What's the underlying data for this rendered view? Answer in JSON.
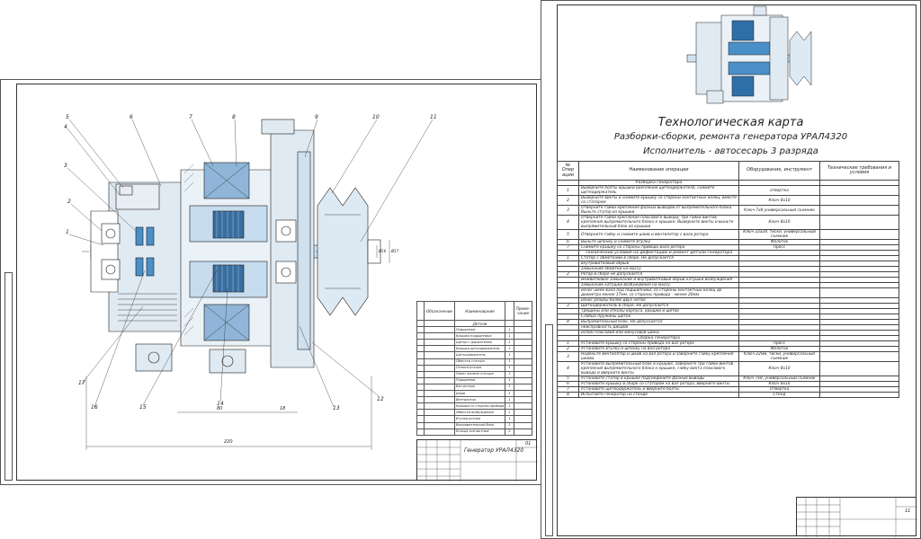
{
  "drawing_sheet": {
    "callouts": [
      "1",
      "2",
      "3",
      "4",
      "5",
      "6",
      "7",
      "8",
      "9",
      "10",
      "11",
      "12",
      "13",
      "14",
      "15",
      "16",
      "17"
    ],
    "dimensions": {
      "overall_length": "220",
      "dim_80": "80",
      "dim_18": "18",
      "dia_1": "Ø16",
      "dia_2": "Ø17"
    },
    "spec_table": {
      "headers": [
        "Обозначение",
        "Наименование",
        "Приме-чание"
      ],
      "section": "Детали",
      "items": [
        {
          "name": "Подшипник",
          "qty": "1"
        },
        {
          "name": "Крышка подшипника",
          "qty": "1"
        },
        {
          "name": "Щетки с держателем",
          "qty": "1"
        },
        {
          "name": "Крышка щеткодержателя",
          "qty": "1"
        },
        {
          "name": "Щеткодержатель",
          "qty": "1"
        },
        {
          "name": "Обмотка статора",
          "qty": "1"
        },
        {
          "name": "Полюса ротора",
          "qty": "1"
        },
        {
          "name": "Пакет железа статора",
          "qty": "1"
        },
        {
          "name": "Подшипник",
          "qty": "1"
        },
        {
          "name": "Вал ротора",
          "qty": "1"
        },
        {
          "name": "Шкив",
          "qty": "1"
        },
        {
          "name": "Вентилятор",
          "qty": "1"
        },
        {
          "name": "Крышка со стороны привода",
          "qty": "1"
        },
        {
          "name": "Обмотка возбуждения",
          "qty": "1"
        },
        {
          "name": "Втулка ротора",
          "qty": "1"
        },
        {
          "name": "Выпрямительный блок",
          "qty": "1"
        },
        {
          "name": "Кольца контактные",
          "qty": "2"
        }
      ]
    },
    "stamp": {
      "title": "Генератор УРАЛ4320",
      "sheet": "01"
    }
  },
  "tech_sheet": {
    "title": "Технологическая карта",
    "subtitle": "Разборки-сборки, ремонта генератора УРАЛ4320",
    "executor": "Исполнитель - автосесарь 3 разряда",
    "headers": {
      "num": "№ Опер ации",
      "operation": "Наименование операции",
      "equipment": "Оборудование, инструмент",
      "tech": "Технические требования и условия"
    },
    "rows": [
      {
        "type": "section",
        "text": "Разборка генератора"
      },
      {
        "num": "1",
        "op": "Выверните болты крышки крепления щеткодержателя, снимите щеткодержатель",
        "eq": "отвертка"
      },
      {
        "num": "2",
        "op": "Выверните винты и снимите крышку со стороны контактных колец, вместе со статором",
        "eq": "Ключ 8х10"
      },
      {
        "num": "3",
        "op": "Отверните гайки крепления фазных выводов от выпрямительного блока. Выньте статор из крышки",
        "eq": "Ключ 7х8 универсальный съемник"
      },
      {
        "num": "4",
        "op": "Отверните гайки крепления плюсового вывода; три гайки винтов крепления выпрямительного блока к крышке. Выверните винты и выньте выпрямительный блок из крышки",
        "eq": "Ключ 8х10"
      },
      {
        "num": "5",
        "op": "Отверните гайку и снимите шкив и вентилятор с вала ротора",
        "eq": "Ключ 22х24, тиски, универсальный съемник"
      },
      {
        "num": "6",
        "op": "Выньте шпонку и снимите втулку",
        "eq": "Молоток"
      },
      {
        "num": "7",
        "op": "Снимите крышку со стороны привода вала ротора",
        "eq": "Пресс"
      },
      {
        "type": "section",
        "text": "Технические условия на дефектацию и ремонт детали генератора"
      },
      {
        "num": "1",
        "op": "Статор с обмотками в сборе. Не допускается",
        "eq": ""
      },
      {
        "num": "",
        "op": "внутривитковый обрыв",
        "eq": ""
      },
      {
        "num": "",
        "op": "замыкание обмотки на массу",
        "eq": ""
      },
      {
        "num": "2",
        "op": "Ротор в сборе не допускается",
        "eq": ""
      },
      {
        "num": "",
        "op": "межвитковое замыкание и внутривитковый обрыв катушки возбуждения",
        "eq": ""
      },
      {
        "num": "",
        "op": "замыкание катушки возбуждения на массу",
        "eq": ""
      },
      {
        "num": "",
        "op": "износ шеек вала под подшипники, со стороны контактных колец до диаметра менее 17мм, со стороны привода - менее 20мм",
        "eq": ""
      },
      {
        "num": "",
        "op": "износ резьбы более двух ниток",
        "eq": ""
      },
      {
        "num": "3",
        "op": "Щеткодержатель в сборе. Не допускается",
        "eq": ""
      },
      {
        "num": "",
        "op": "Трещины или отколы корпуса, крышки и щеток",
        "eq": ""
      },
      {
        "num": "",
        "op": "Слабые пружины щеток",
        "eq": ""
      },
      {
        "num": "4",
        "op": "Выпрямительный блок. Не допускается",
        "eq": ""
      },
      {
        "num": "",
        "op": "неисправность диодов",
        "eq": ""
      },
      {
        "num": "",
        "op": "излом плюсовой или минусовой шины",
        "eq": ""
      },
      {
        "type": "section",
        "text": "Сборка генератора"
      },
      {
        "num": "1",
        "op": "Установите крышку со стороны привода на вал ротора",
        "eq": "Пресс"
      },
      {
        "num": "2",
        "op": "Установите втулку и шпонку на вал ротора",
        "eq": "Молоток"
      },
      {
        "num": "3",
        "op": "Наденьте вентилятор и шкив на вал ротора и заверните гайку крепления шкива",
        "eq": "Ключ 22мм, тиски, универсальный съемник"
      },
      {
        "num": "4",
        "op": "Установите выпрямительный блок в крышке, заверните три гайки винтов крепления выпрямительного блока к крышке, гайку винта плюсового вывода и вверните винты",
        "eq": "Ключ 8х10"
      },
      {
        "num": "5",
        "op": "Установите статор в крышке подсоедините фазные выводы",
        "eq": "Ключ 7х8, универсальный съемник"
      },
      {
        "num": "6",
        "op": "Установите крышку в сборе со статором на вал ротора, вверните винты",
        "eq": "Ключ 8х10"
      },
      {
        "num": "7",
        "op": "Установите щеткодержатель и вверните болты",
        "eq": "Отвертка"
      },
      {
        "num": "8",
        "op": "Испытайте генератор на стенде",
        "eq": "Стенд"
      }
    ],
    "stamp": {
      "sheet": "11"
    }
  }
}
